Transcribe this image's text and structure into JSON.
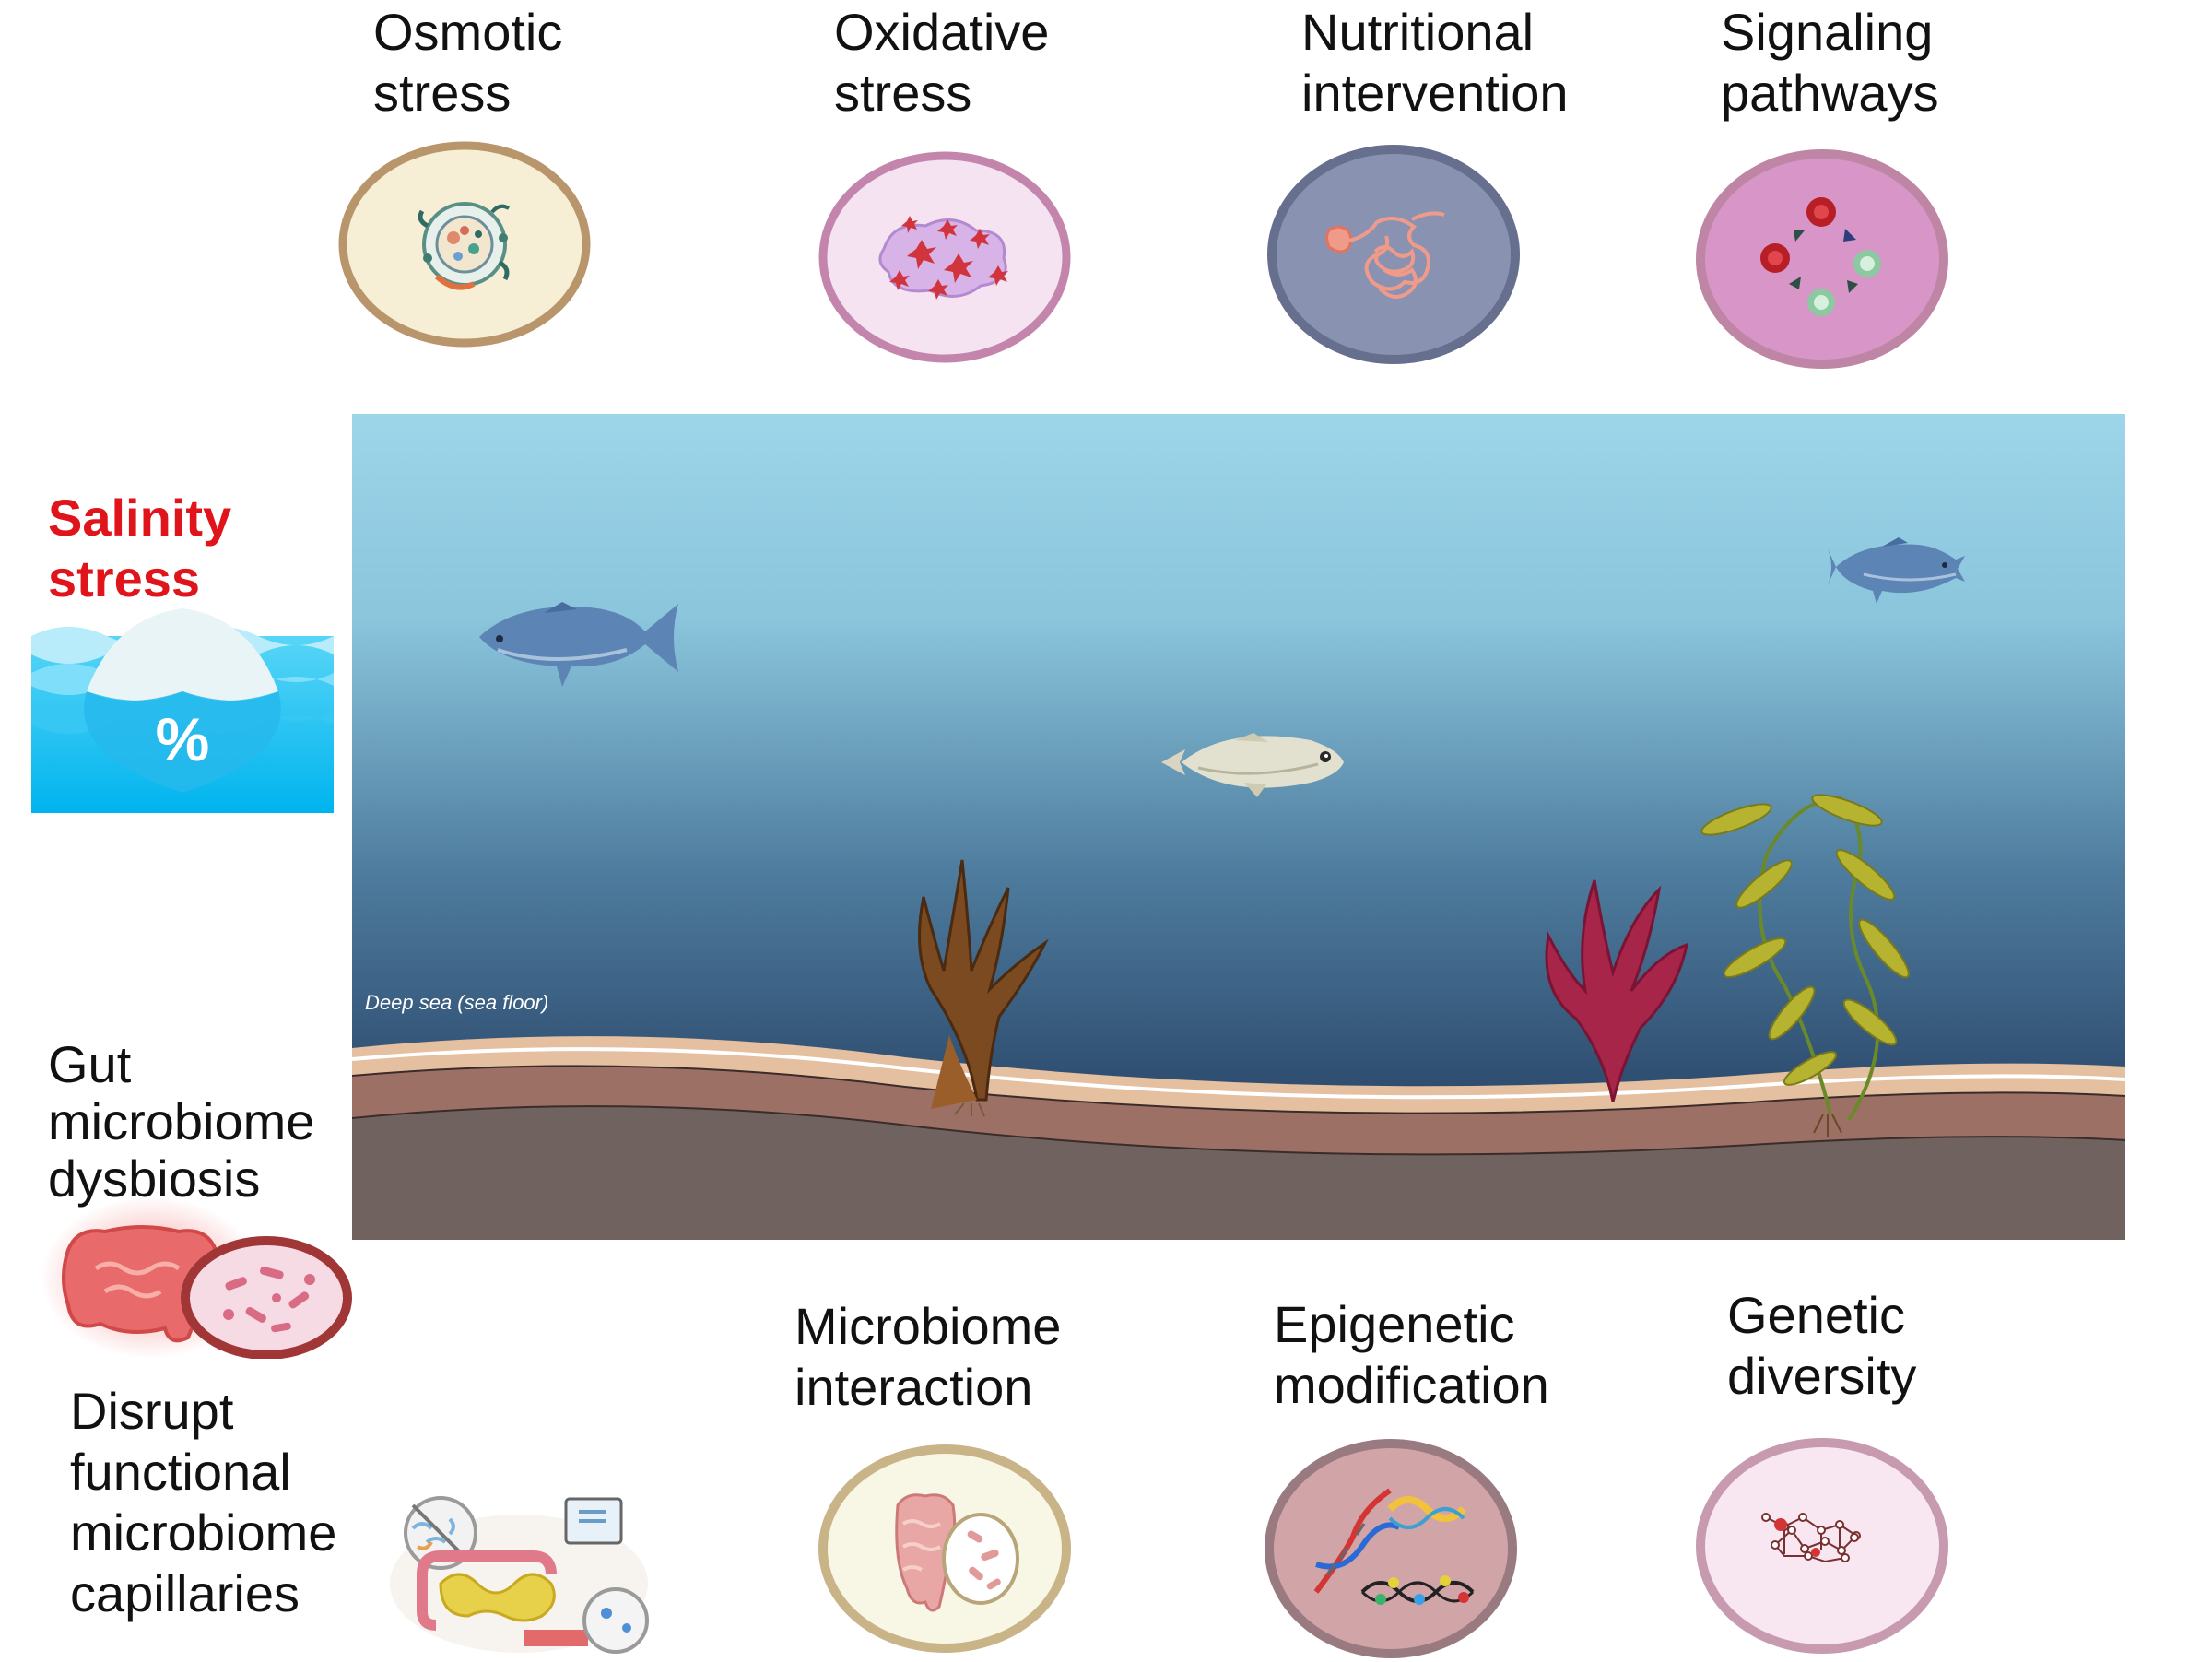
{
  "top_labels": [
    {
      "line1": "Osmotic",
      "line2": "stress"
    },
    {
      "line1": "Oxidative",
      "line2": "stress"
    },
    {
      "line1": "Nutritional",
      "line2": "intervention"
    },
    {
      "line1": "Signaling",
      "line2": "pathways"
    }
  ],
  "left_labels": {
    "salinity": {
      "line1": "Salinity",
      "line2": "stress"
    },
    "salinity_icon_text": "%",
    "gut": {
      "line1": "Gut",
      "line2": "microbiome",
      "line3": "dysbiosis"
    },
    "disrupt": {
      "line1": "Disrupt",
      "line2": "functional",
      "line3": "microbiome",
      "line4": "capillaries"
    }
  },
  "bottom_labels": [
    {
      "line1": "Microbiome",
      "line2": "interaction"
    },
    {
      "line1": "Epigenetic",
      "line2": "modification"
    },
    {
      "line1": "Genetic",
      "line2": "diversity"
    }
  ],
  "scene": {
    "caption": "Deep sea (sea floor)"
  },
  "colors": {
    "salinity_text": "#e0141b",
    "ocean_top": "#9dd5e9",
    "ocean_bottom": "#243d5e",
    "sand": "#e4bfa0",
    "soil": "#9c7064",
    "rock": "#6f625f",
    "dish_osmotic_rim": "#b8956b",
    "dish_osmotic_fill": "#f6efd6",
    "dish_oxidative_rim": "#c485ad",
    "dish_oxidative_fill": "#f6e3f1",
    "dish_nutrition_rim": "#676f8e",
    "dish_nutrition_fill": "#8a92b2",
    "dish_signal_rim": "#bf85a5",
    "dish_signal_fill": "#d895c8",
    "dish_microbiome_rim": "#c9b488",
    "dish_microbiome_fill": "#f8f6e4",
    "dish_epigenetic_rim": "#997a80",
    "dish_epigenetic_fill": "#d1a4a8",
    "dish_genetic_rim": "#c79ab0",
    "dish_genetic_fill": "#f8e6f1"
  },
  "icons": [
    "osmotic-cell-icon",
    "oxidative-cell-icon",
    "intestine-icon",
    "signaling-cycle-icon",
    "salinity-water-icon",
    "gut-dysbiosis-icon",
    "microbiome-capillaries-icon",
    "microbiome-interaction-icon",
    "dna-helix-icon",
    "genetic-network-icon",
    "fish-icon",
    "seaweed-icon",
    "red-algae-icon",
    "kelp-icon"
  ]
}
